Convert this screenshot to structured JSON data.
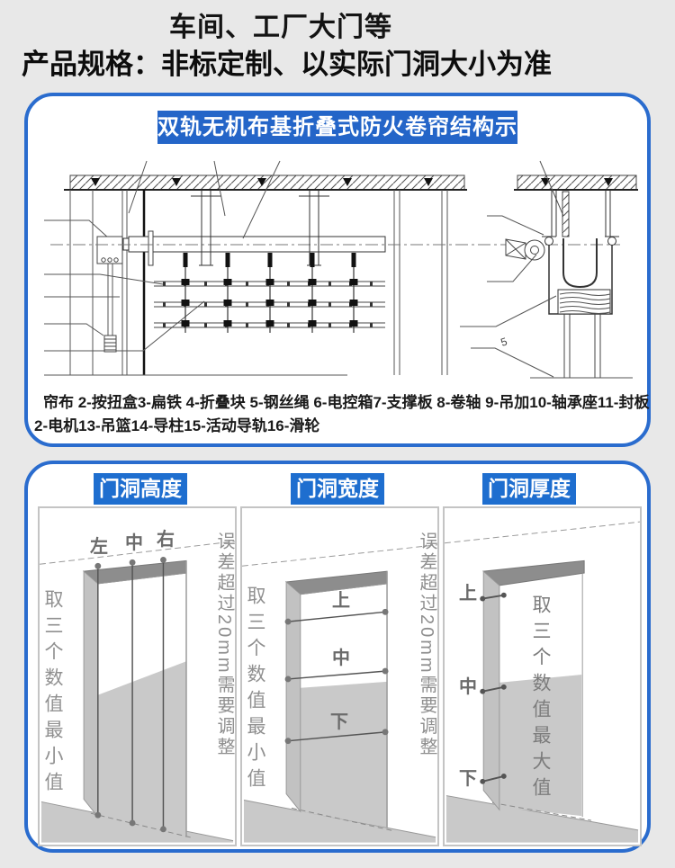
{
  "header": {
    "line1": "车间、工厂大门等",
    "line2_label": "产品规格：",
    "line2_text": "非标定制、以实际门洞大小为准"
  },
  "structure_card": {
    "title": "双轨无机布基折叠式防火卷帘结构示意图",
    "caption_line1": "帘布 2-按扭盒3-扁铁 4-折叠块 5-钢丝绳 6-电控箱7-支撑板 8-卷轴 9-吊加10-轴承座11-封板",
    "caption_line2": "2-电机13-吊篮14-导柱15-活动导轨16-滑轮",
    "part_label_5": "5"
  },
  "measure_card": {
    "panels": [
      {
        "badge": "门洞高度",
        "left_text": "取三个数值最小值",
        "right_text": "误差超过20mm需要调整",
        "marks": [
          "左",
          "中",
          "右"
        ]
      },
      {
        "badge": "门洞宽度",
        "left_text": "取三个数值最小值",
        "right_text": "误差超过20mm需要调整",
        "marks": [
          "上",
          "中",
          "下"
        ]
      },
      {
        "badge": "门洞厚度",
        "inner_text": "取三个数值最大值",
        "marks": [
          "上",
          "中",
          "下"
        ]
      }
    ]
  },
  "colors": {
    "page_bg": "#e8e8e8",
    "card_border": "#2a6cce",
    "badge_blue": "#1e6ecf",
    "title_badge_blue": "#2465c8"
  }
}
